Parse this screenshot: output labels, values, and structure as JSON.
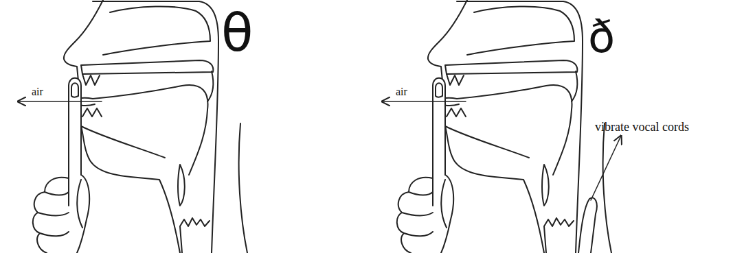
{
  "diagram": {
    "labels": [
      "air",
      "θ",
      "air",
      "ð",
      "vibrate vocal cords"
    ]
  }
}
